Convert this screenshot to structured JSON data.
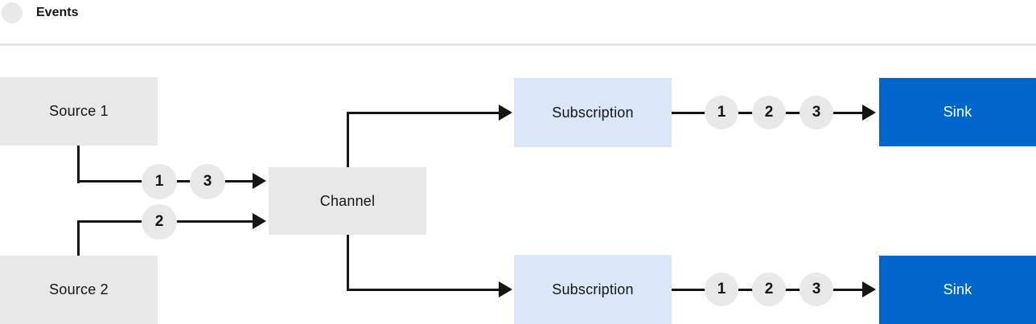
{
  "legend": {
    "label": "Events"
  },
  "nodes": {
    "source1": "Source 1",
    "source2": "Source 2",
    "channel": "Channel",
    "subscription_top": "Subscription",
    "subscription_bottom": "Subscription",
    "sink_top": "Sink",
    "sink_bottom": "Sink"
  },
  "events": {
    "source1_flow": [
      "1",
      "3"
    ],
    "source2_flow": [
      "2"
    ],
    "sink_top_flow": [
      "1",
      "2",
      "3"
    ],
    "sink_bottom_flow": [
      "1",
      "2",
      "3"
    ]
  },
  "colors": {
    "node_gray": "#e8e8e8",
    "subscription_blue": "#d9e7f8",
    "sink_blue": "#0066cc",
    "line": "#151515",
    "divider": "#e7e7e7",
    "text_dark": "#151515",
    "text_light": "#ffffff"
  }
}
